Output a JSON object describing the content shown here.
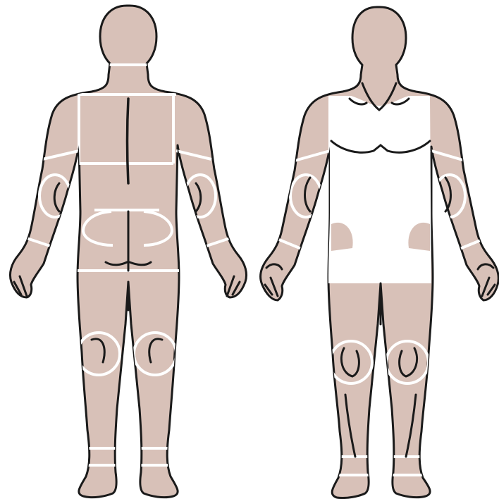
{
  "colors": {
    "skin": "#d8c1b8",
    "outline": "#1a1a1a",
    "region_divider": "#ffffff",
    "background": "#ffffff",
    "unshaded_region": "#ffffff"
  },
  "figures": [
    {
      "view": "back",
      "shaded_regions": [
        "head",
        "neck",
        "upper-back",
        "lower-back",
        "buttocks",
        "upper-arms",
        "forearms",
        "hands",
        "thighs",
        "calves",
        "feet"
      ]
    },
    {
      "view": "front",
      "shaded_regions": [
        "head",
        "neck",
        "shoulders",
        "upper-arms",
        "forearms",
        "hands",
        "thighs",
        "shins",
        "feet"
      ],
      "unshaded_regions": [
        "chest",
        "abdomen",
        "pelvis"
      ]
    }
  ]
}
